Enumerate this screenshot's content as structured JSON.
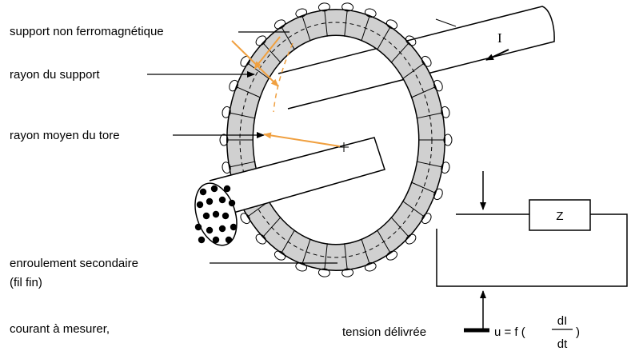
{
  "labels": {
    "support": "support non ferromagnétique",
    "radius_support": "rayon du support",
    "radius_torus": "rayon moyen du tore",
    "winding": "enroulement secondaire",
    "winding_note": "(fil fin)",
    "current": "courant à mesurer,",
    "voltage": "tension délivrée",
    "current_symbol": "I",
    "impedance": "Z",
    "formula_prefix": "u = f (",
    "formula_num": "dI",
    "formula_den": "dt",
    "formula_suffix": ")"
  },
  "colors": {
    "line": "#000000",
    "torus_fill": "#d0d0d0",
    "annotation": "#f0a040",
    "background": "#ffffff"
  },
  "icons": [
    "arrow-icon",
    "crosshair-icon"
  ]
}
